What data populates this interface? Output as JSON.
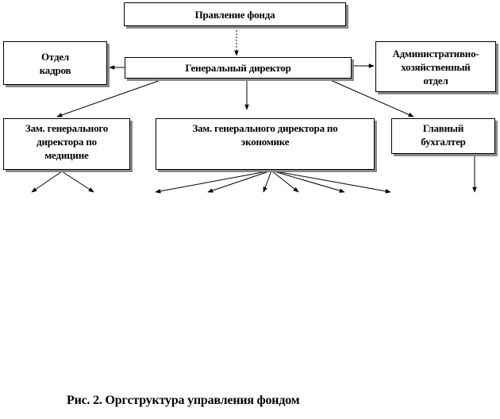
{
  "nodes": {
    "board": {
      "lines": [
        "Правление фонда"
      ]
    },
    "hr": {
      "lines": [
        "Отдел",
        "кадров"
      ]
    },
    "gd": {
      "lines": [
        "Генеральный директор"
      ]
    },
    "admin": {
      "lines": [
        "Административно-",
        "хозяйственный",
        "отдел"
      ]
    },
    "med": {
      "lines": [
        "Зам. генерального",
        "директора по",
        "медицине"
      ]
    },
    "econ": {
      "lines": [
        "Зам. генерального директора по",
        "экономике"
      ]
    },
    "acct": {
      "lines": [
        "Главный",
        "бухгалтер"
      ]
    }
  },
  "caption": "Рис. 2. Оргструктура управления фондом"
}
